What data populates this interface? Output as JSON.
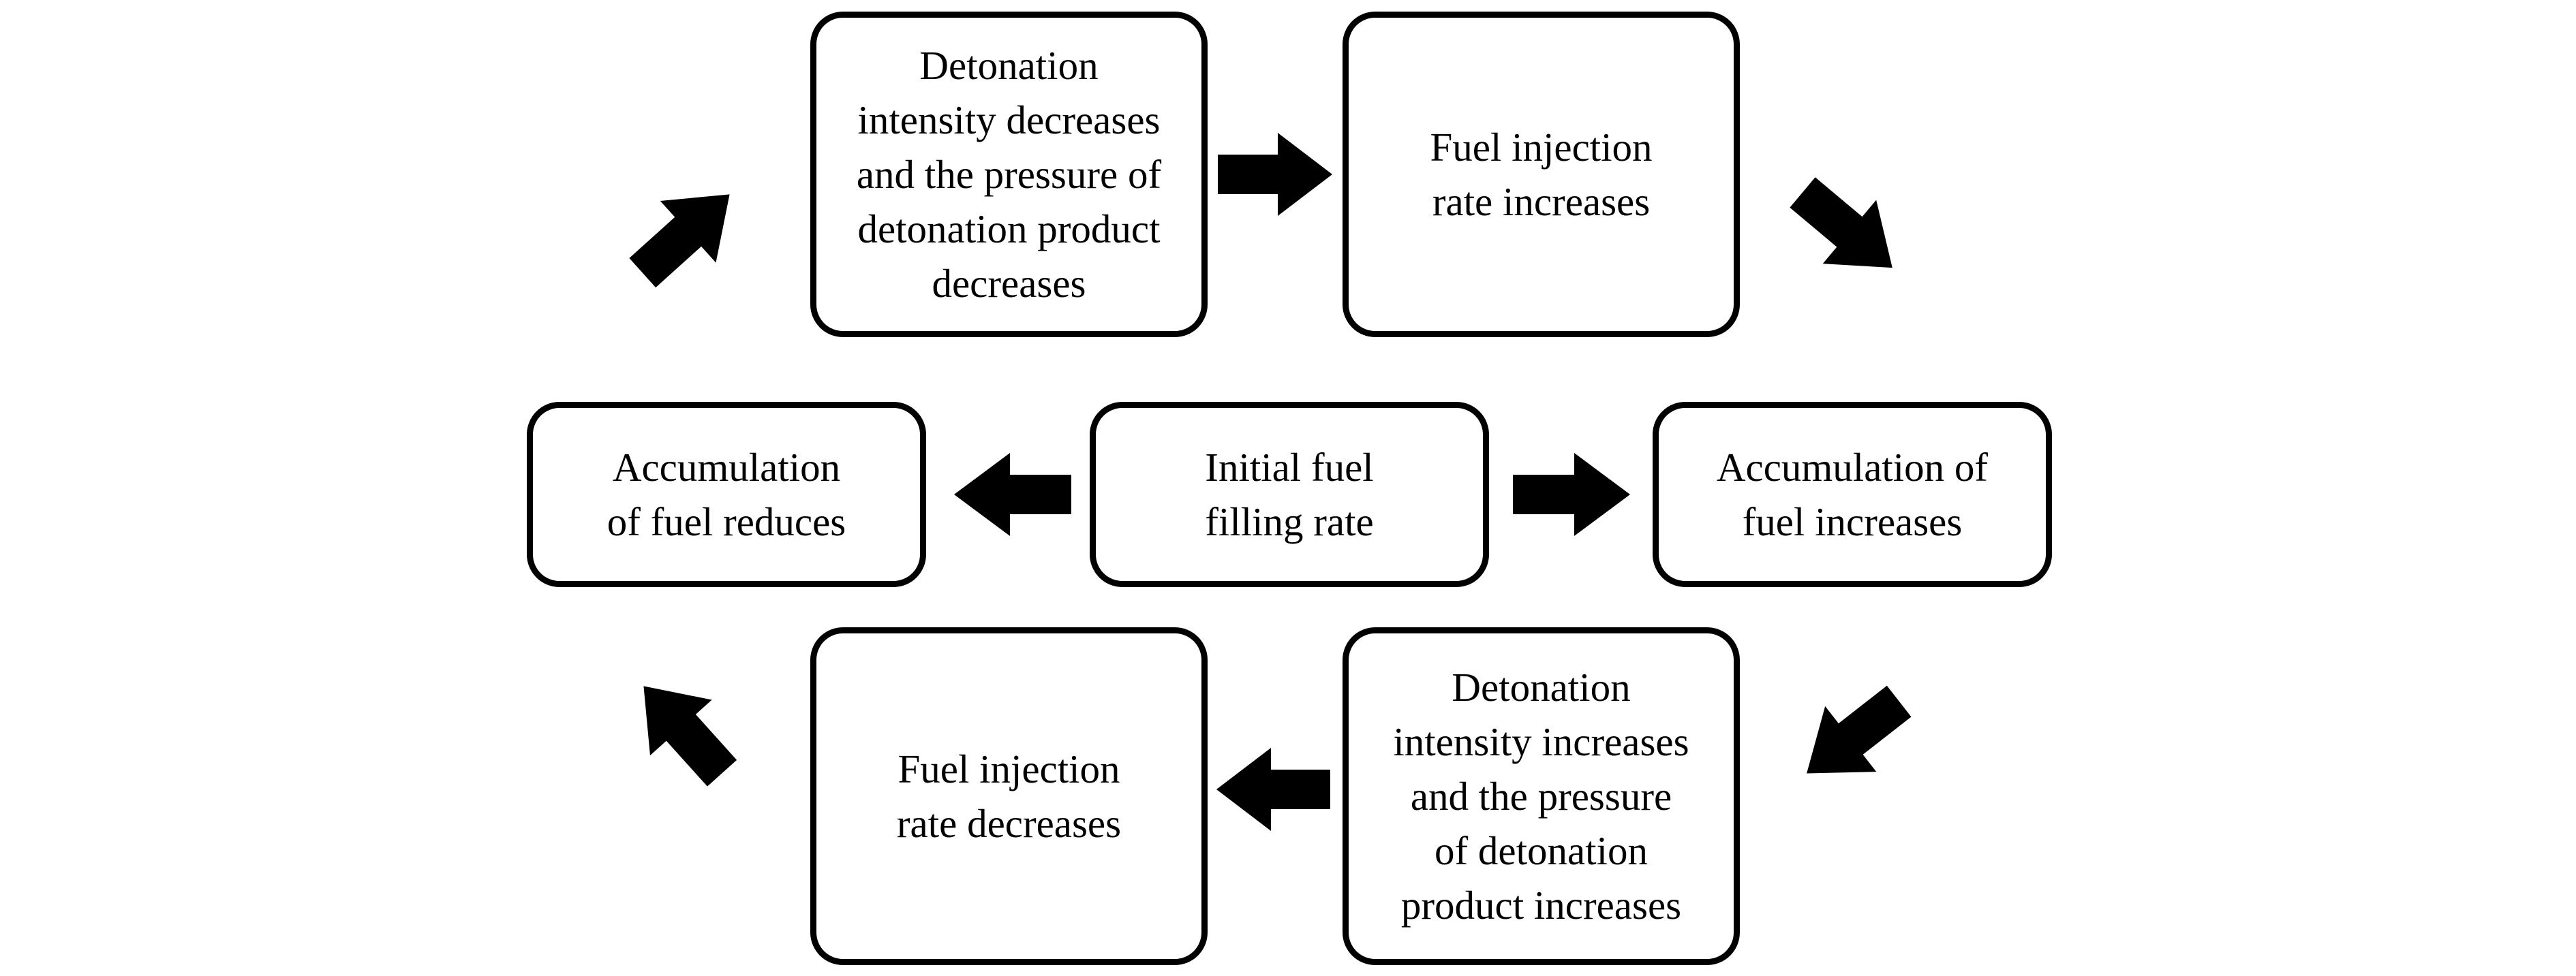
{
  "diagram": {
    "nodes": [
      {
        "id": "top-left",
        "lines": [
          "Detonation",
          "intensity decreases",
          "and the pressure of",
          "detonation product",
          "decreases"
        ]
      },
      {
        "id": "top-right",
        "lines": [
          "Fuel injection",
          "rate increases"
        ]
      },
      {
        "id": "middle-left",
        "lines": [
          "Accumulation",
          "of fuel reduces"
        ]
      },
      {
        "id": "middle-center",
        "lines": [
          "Initial fuel",
          "filling rate"
        ]
      },
      {
        "id": "middle-right",
        "lines": [
          "Accumulation of",
          "fuel increases"
        ]
      },
      {
        "id": "bottom-left",
        "lines": [
          "Fuel injection",
          "rate decreases"
        ]
      },
      {
        "id": "bottom-right",
        "lines": [
          "Detonation",
          "intensity increases",
          "and the pressure",
          "of detonation",
          "product increases"
        ]
      }
    ],
    "edges": [
      {
        "from": "middle-center",
        "to": "middle-right"
      },
      {
        "from": "middle-right",
        "to": "bottom-right"
      },
      {
        "from": "bottom-right",
        "to": "bottom-left"
      },
      {
        "from": "bottom-left",
        "to": "middle-left"
      },
      {
        "from": "middle-center",
        "to": "middle-left"
      },
      {
        "from": "middle-left",
        "to": "top-left"
      },
      {
        "from": "top-left",
        "to": "top-right"
      },
      {
        "from": "top-right",
        "to": "middle-right"
      }
    ],
    "colors": {
      "stroke": "#000000",
      "fill": "#ffffff",
      "arrow": "#000000"
    }
  }
}
